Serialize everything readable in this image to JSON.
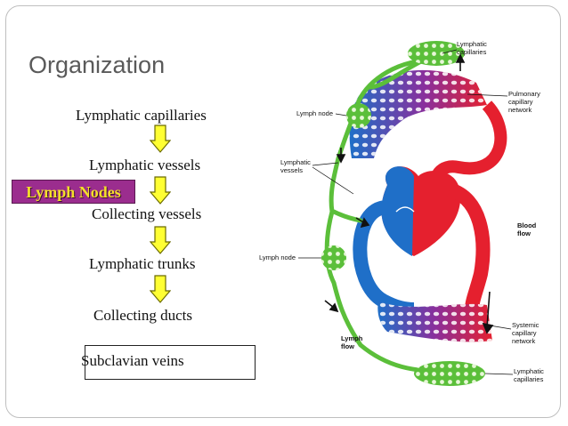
{
  "title": "Organization",
  "steps": [
    "Lymphatic capillaries",
    "Lymphatic vessels",
    "Collecting vessels",
    "Lymphatic trunks",
    "Collecting ducts"
  ],
  "final_step": "Subclavian veins",
  "highlight": "Lymph Nodes",
  "colors": {
    "highlight_bg": "#9b2d8e",
    "highlight_text": "#f4df2a",
    "arrow_fill": "#ffff33",
    "lymph": "#5bbf3a",
    "blood_red": "#e5202e",
    "blood_blue": "#1f6fc8"
  },
  "diagram": {
    "lymphatic_capillaries_top": "Lymphatic\ncapillaries",
    "pulmonary_capillary_network": "Pulmonary\ncapillary\nnetwork",
    "lymph_node_top": "Lymph node",
    "lymphatic_vessels": "Lymphatic\nvessels",
    "blood_flow": "Blood\nflow",
    "lymph_node_mid": "Lymph node",
    "systemic_capillary_network": "Systemic\ncapillary\nnetwork",
    "lymph_flow": "Lymph\nflow",
    "lymphatic_capillaries_bottom": "Lymphatic\ncapillaries"
  }
}
